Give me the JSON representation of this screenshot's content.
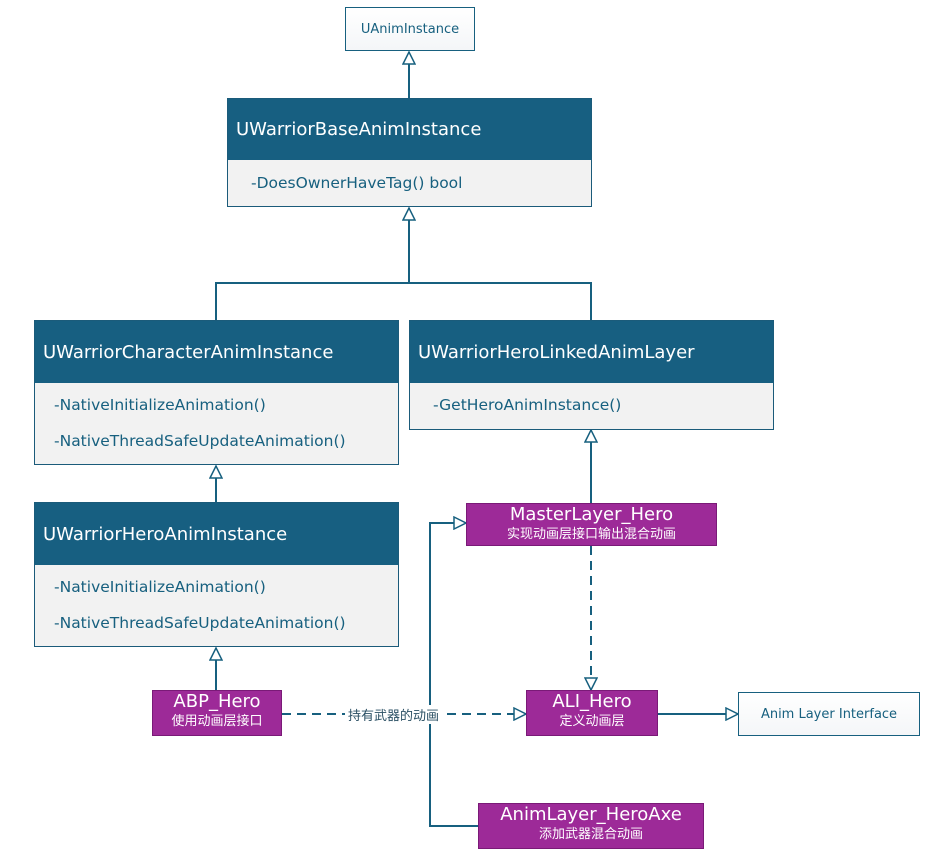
{
  "nodes": {
    "uaniminstance": "UAnimInstance",
    "base": {
      "title": "UWarriorBaseAnimInstance",
      "methods": [
        "-DoesOwnerHaveTag() bool"
      ]
    },
    "character": {
      "title": "UWarriorCharacterAnimInstance",
      "methods": [
        "-NativeInitializeAnimation()",
        "-NativeThreadSafeUpdateAnimation()"
      ]
    },
    "linked": {
      "title": "UWarriorHeroLinkedAnimLayer",
      "methods": [
        "-GetHeroAnimInstance()"
      ]
    },
    "hero": {
      "title": "UWarriorHeroAnimInstance",
      "methods": [
        "-NativeInitializeAnimation()",
        "-NativeThreadSafeUpdateAnimation()"
      ]
    },
    "master": {
      "title": "MasterLayer_Hero",
      "subtitle": "实现动画层接口输出混合动画"
    },
    "abp": {
      "title": "ABP_Hero",
      "subtitle": "使用动画层接口"
    },
    "ali": {
      "title": "ALI_Hero",
      "subtitle": "定义动画层"
    },
    "axe": {
      "title": "AnimLayer_HeroAxe",
      "subtitle": "添加武器混合动画"
    },
    "interface": "Anim Layer Interface"
  },
  "edges": {
    "abp_to_ali_label": "持有武器的动画"
  },
  "colors": {
    "line": "#17607f",
    "class_header": "#175f81",
    "class_body": "#f2f2f2",
    "tag": "#9d2a98"
  }
}
